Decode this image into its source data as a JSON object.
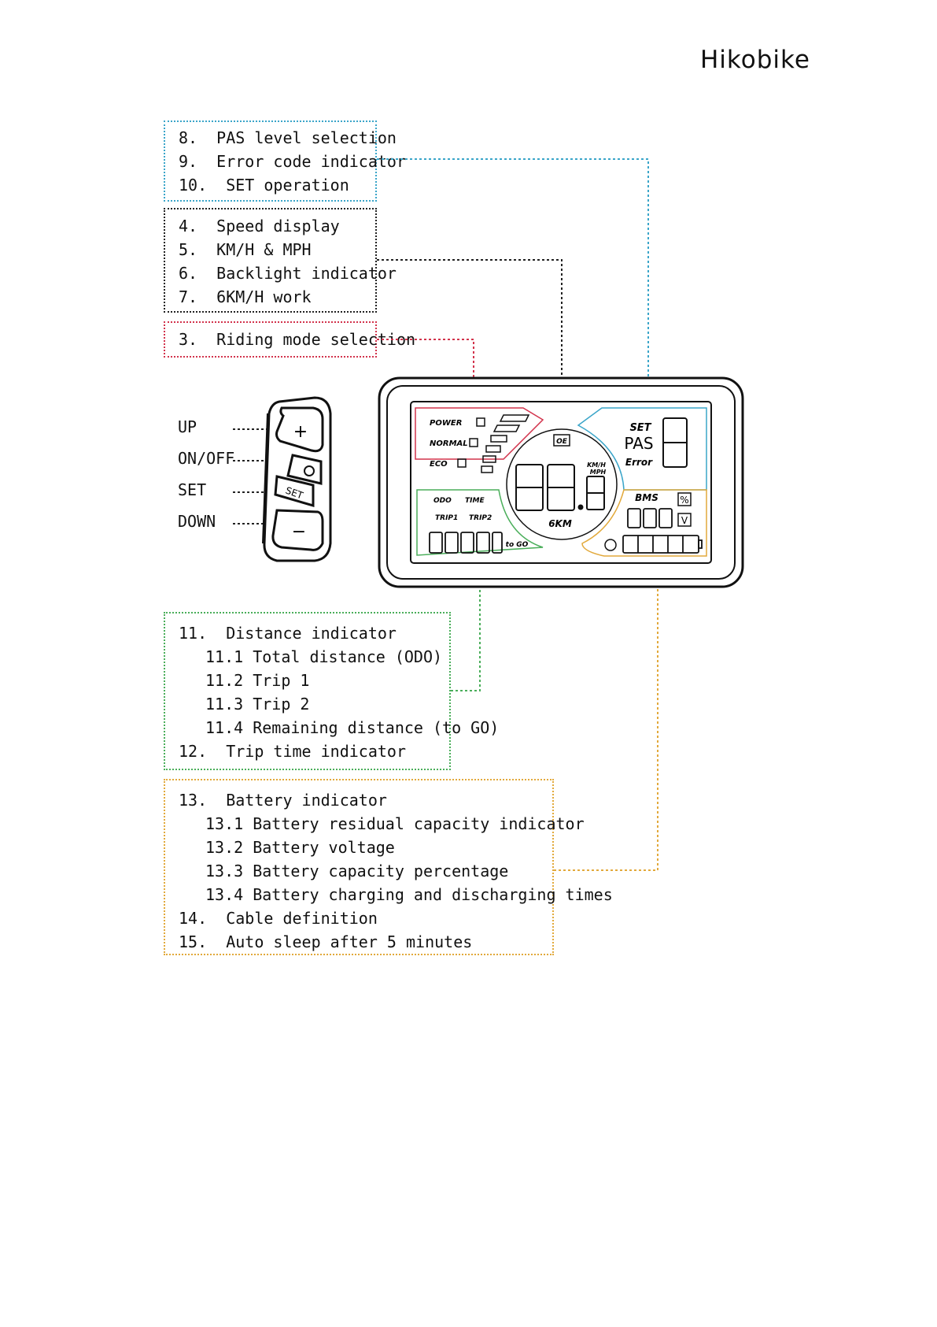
{
  "brand": {
    "logo": "Hikobike"
  },
  "callouts": {
    "blue": [
      "8.  PAS level selection",
      "9.  Error code indicator",
      "10.  SET operation"
    ],
    "black": [
      "4.  Speed display",
      "5.  KM/H & MPH",
      "6.  Backlight indicator",
      "7.  6KM/H work"
    ],
    "red": [
      "3.  Riding mode selection"
    ],
    "green": [
      "11.  Distance indicator",
      "11.1 Total distance (ODO)",
      "11.2 Trip 1",
      "11.3 Trip 2",
      "11.4 Remaining distance (to GO)",
      "12.  Trip time indicator"
    ],
    "orange": [
      "13.  Battery indicator",
      "13.1 Battery residual capacity indicator",
      "13.2 Battery voltage",
      "13.3 Battery capacity percentage",
      "13.4 Battery charging and discharging times",
      "14.  Cable definition",
      "15.  Auto sleep after 5 minutes"
    ]
  },
  "buttons": {
    "up": "UP",
    "onoff": "ON/OFF",
    "set": "SET",
    "down": "DOWN",
    "plus_symbol": "+",
    "minus_symbol": "−",
    "set_symbol": "SET"
  },
  "display": {
    "modes": [
      "POWER",
      "NORMAL",
      "ECO"
    ],
    "speed_units": [
      "KM/H",
      "MPH"
    ],
    "walk": "6KM",
    "set": "SET",
    "pas": "PAS",
    "error": "Error",
    "odo": "ODO",
    "time": "TIME",
    "trip1": "TRIP1",
    "trip2": "TRIP2",
    "togo": "to GO",
    "bms": "BMS",
    "percent": "%",
    "volt": "V",
    "backlight": "OE"
  },
  "colors": {
    "blue": "#3aa5c9",
    "black": "#222222",
    "red": "#d2334c",
    "green": "#4aae5a",
    "orange": "#e2a93b"
  }
}
